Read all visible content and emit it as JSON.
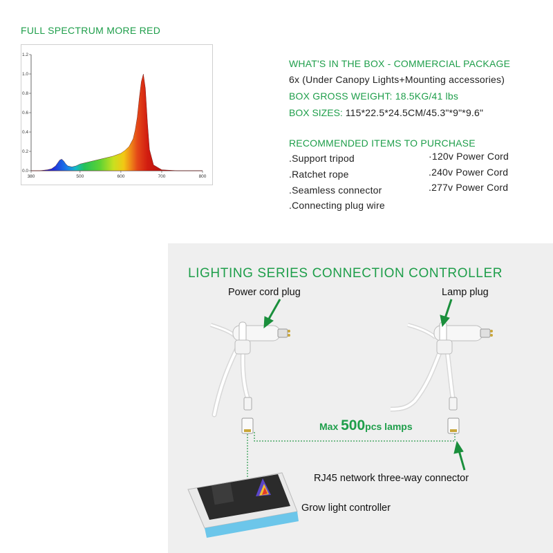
{
  "spectrum": {
    "title": "FULL SPECTRUM MORE RED",
    "chart_data": {
      "type": "area",
      "title": "",
      "xlabel": "",
      "ylabel": "",
      "xlim": [
        380,
        800
      ],
      "ylim": [
        0,
        1.2
      ],
      "x_ticks": [
        "380",
        "500",
        "600",
        "700",
        "800"
      ],
      "y_ticks": [
        "0.0",
        "0.2",
        "0.4",
        "0.6",
        "0.8",
        "1.0",
        "1.2"
      ],
      "grid": false,
      "series": [
        {
          "x": [
            380,
            400,
            420,
            430,
            440,
            445,
            450,
            455,
            460,
            465,
            470,
            480,
            490,
            500,
            520,
            540,
            560,
            580,
            600,
            610,
            620,
            630,
            635,
            640,
            645,
            650,
            655,
            660,
            665,
            670,
            680,
            700,
            740,
            800
          ],
          "y": [
            0,
            0,
            0.01,
            0.02,
            0.05,
            0.08,
            0.11,
            0.12,
            0.1,
            0.07,
            0.05,
            0.04,
            0.05,
            0.07,
            0.09,
            0.11,
            0.13,
            0.15,
            0.18,
            0.21,
            0.25,
            0.33,
            0.42,
            0.55,
            0.75,
            0.92,
            1.0,
            0.85,
            0.5,
            0.22,
            0.06,
            0.01,
            0,
            0
          ]
        }
      ]
    }
  },
  "box": {
    "heading": "WHAT'S IN THE BOX - COMMERCIAL PACKAGE",
    "contents": "6x (Under Canopy Lights+Mounting accessories)",
    "weight": "BOX GROSS WEIGHT: 18.5KG/41 lbs",
    "sizes_label": "BOX SIZES:",
    "sizes_value": "115*22.5*24.5CM/45.3\"*9\"*9.6\""
  },
  "recommended": {
    "heading": "RECOMMENDED ITEMS TO PURCHASE",
    "left_items": [
      ".Support tripod",
      ".Ratchet rope",
      ".Seamless connector",
      ".Connecting plug wire"
    ],
    "right_items": [
      "·120v Power Cord",
      ".240v Power Cord",
      ".277v Power Cord"
    ]
  },
  "lighting": {
    "title": "LIGHTING SERIES CONNECTION CONTROLLER",
    "power_cord_plug": "Power cord plug",
    "lamp_plug": "Lamp plug",
    "max_prefix": "Max ",
    "max_number": "500",
    "max_suffix": "pcs lamps",
    "rj45": "RJ45 network three-way connector",
    "controller": "Grow light controller"
  },
  "colors": {
    "accent_green": "#1e9e4a",
    "panel_gray": "#efefef",
    "arrow_green": "#1a8f3c",
    "controller_blue": "#6cc6ea"
  }
}
